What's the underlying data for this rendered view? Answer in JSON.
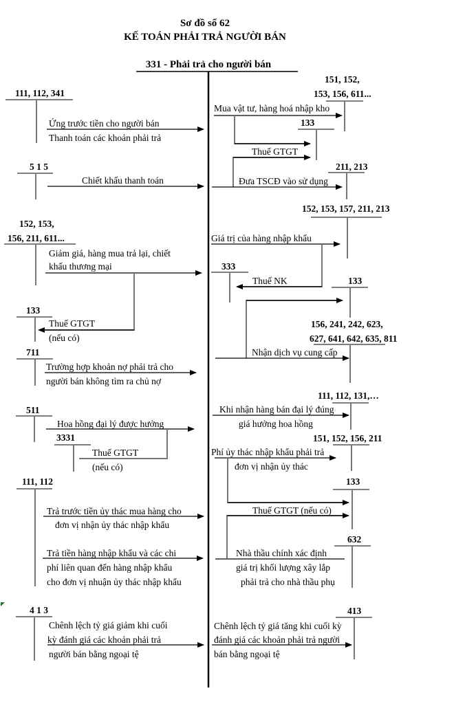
{
  "header": {
    "subtitle": "Sơ đồ số 62",
    "title": "KẾ TOÁN PHẢI TRẢ NGƯỜI BÁN",
    "main_account": "331 - Phải trả cho người bán"
  },
  "left_accounts": {
    "a111_112_341": "111, 112, 341",
    "a515": "5 1 5",
    "a152_l1": "152, 153,",
    "a152_l2": "156, 211, 611...",
    "a133": "133",
    "a711": "711",
    "a511": "511",
    "a3331": "3331",
    "a111_112": "111, 112",
    "a413": "4 1 3"
  },
  "left_labels": {
    "ung_truoc": "Ứng trước tiền cho người bán",
    "thanh_toan": "Thanh toán các khoản phải trả",
    "chiet_khau_tt": "Chiết khấu thanh toán",
    "giam_gia_l1": "Giảm giá, hàng mua trả lại, chiết",
    "giam_gia_l2": "khấu thương mại",
    "thue_gtgt_1": "Thuế GTGT",
    "neu_co_1": "(nếu có)",
    "truong_hop_l1": "Trường hợp khoản nợ phải trả cho",
    "truong_hop_l2": "người bán không tìm ra chủ nợ",
    "hoa_hong": "Hoa hồng đại lý được hưởng",
    "thue_gtgt_2": "Thuế GTGT",
    "neu_co_2": "(nếu có)",
    "tra_truoc_l1": "Trả trước tiền ủy thác mua hàng cho",
    "tra_truoc_l2": "đơn vị nhận ủy thác nhập khẩu",
    "tra_tien_l1": "Trả tiền hàng nhập khẩu và các chi",
    "tra_tien_l2": "phí liên quan đến hàng nhập khẩu",
    "tra_tien_l3": "cho đơn vị nhuận ủy thác nhập khẩu",
    "chenh_giam_l1": "Chênh lệch tỷ giá giảm khi cuối",
    "chenh_giam_l2": "kỳ đánh giá các khoản phải trả",
    "chenh_giam_l3": "người bán bằng ngoại tệ"
  },
  "right_accounts": {
    "a151_l1": "151, 152,",
    "a151_l2": "153, 156, 611...",
    "a133_1": "133",
    "a211_213": "211, 213",
    "a152_157": "152, 153, 157, 211, 213",
    "a333": "333",
    "a133_2": "133",
    "a156_l1": "156, 241, 242, 623,",
    "a156_l2": "627, 641, 642, 635, 811",
    "a111_131": "111, 112, 131,…",
    "a151_211": "151, 152, 156, 211",
    "a133_3": "133",
    "a632": "632",
    "a413": "413"
  },
  "right_labels": {
    "mua_vat_tu": "Mua vật tư, hàng hoá nhập kho",
    "thue_gtgt_1": "Thuế GTGT",
    "dua_tscd": "Đưa TSCĐ vào sử dụng",
    "gia_tri_nk": "Giá trị của hàng nhập khẩu",
    "thue_nk": "Thuế NK",
    "nhan_dich_vu": "Nhận dịch vụ  cung cấp",
    "khi_nhan_l1": "Khi nhận hàng bán đại lý đúng",
    "khi_nhan_l2": "giá hưởng hoa hồng",
    "phi_uy_thac_l1": "Phí ủy thác nhập khẩu phải trả",
    "phi_uy_thac_l2": "đơn vị nhận ủy thác",
    "thue_gtgt_2": "Thuế GTGT (nếu có)",
    "nha_thau_l1": "Nhà thầu chính xác định",
    "nha_thau_l2": "giá trị khối lượng xây lắp",
    "nha_thau_l3": "phải trả cho nhà thầu phụ",
    "chenh_tang_l1": "Chênh lệch tỷ giá tăng khi cuối kỳ",
    "chenh_tang_l2": "đánh giá các khoản phải trả người",
    "chenh_tang_l3": "bán bằng ngoại tệ"
  }
}
